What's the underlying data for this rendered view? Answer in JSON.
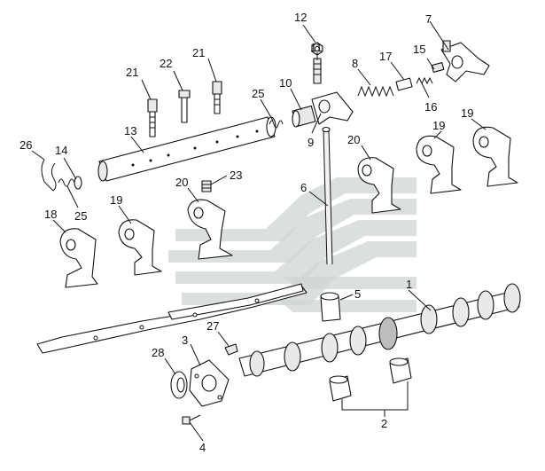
{
  "diagram": {
    "callouts": [
      {
        "id": "c1",
        "text": "1"
      },
      {
        "id": "c2",
        "text": "2"
      },
      {
        "id": "c3",
        "text": "3"
      },
      {
        "id": "c4",
        "text": "4"
      },
      {
        "id": "c5",
        "text": "5"
      },
      {
        "id": "c6",
        "text": "6"
      },
      {
        "id": "c7",
        "text": "7"
      },
      {
        "id": "c8",
        "text": "8"
      },
      {
        "id": "c9",
        "text": "9"
      },
      {
        "id": "c10",
        "text": "10"
      },
      {
        "id": "c11",
        "text": "11"
      },
      {
        "id": "c12",
        "text": "12"
      },
      {
        "id": "c13",
        "text": "13"
      },
      {
        "id": "c14",
        "text": "14"
      },
      {
        "id": "c15",
        "text": "15"
      },
      {
        "id": "c16",
        "text": "16"
      },
      {
        "id": "c17",
        "text": "17"
      },
      {
        "id": "c18",
        "text": "18"
      },
      {
        "id": "c19a",
        "text": "19"
      },
      {
        "id": "c19b",
        "text": "19"
      },
      {
        "id": "c19c",
        "text": "19"
      },
      {
        "id": "c20a",
        "text": "20"
      },
      {
        "id": "c20b",
        "text": "20"
      },
      {
        "id": "c21a",
        "text": "21"
      },
      {
        "id": "c21b",
        "text": "21"
      },
      {
        "id": "c22",
        "text": "22"
      },
      {
        "id": "c23",
        "text": "23"
      },
      {
        "id": "c25a",
        "text": "25"
      },
      {
        "id": "c25b",
        "text": "25"
      },
      {
        "id": "c26",
        "text": "26"
      },
      {
        "id": "c27",
        "text": "27"
      },
      {
        "id": "c28",
        "text": "28"
      }
    ]
  }
}
